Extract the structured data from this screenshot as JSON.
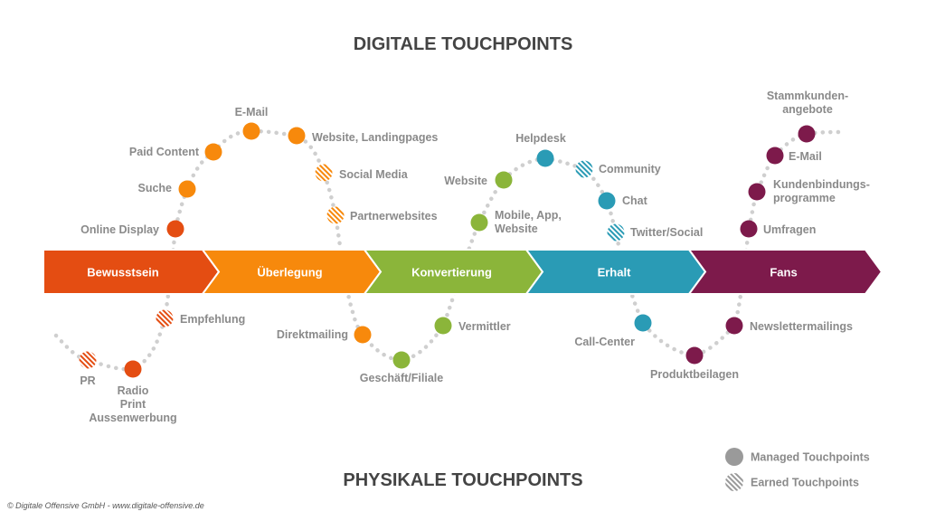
{
  "title_top": "DIGITALE TOUCHPOINTS",
  "title_bottom": "PHYSIKALE TOUCHPOINTS",
  "copyright": "© Digitale Offensive GmbH - www.digitale-offensive.de",
  "stages": [
    {
      "label": "Bewusstsein",
      "color": "#e44d12"
    },
    {
      "label": "Überlegung",
      "color": "#f7890c"
    },
    {
      "label": "Konvertierung",
      "color": "#8bb53a"
    },
    {
      "label": "Erhalt",
      "color": "#2a9bb5"
    },
    {
      "label": "Fans",
      "color": "#7d1a4b"
    }
  ],
  "touchpoints": [
    {
      "lines": [
        "PR"
      ],
      "color": "#e44d12",
      "type": "earned"
    },
    {
      "lines": [
        "Radio",
        "Print",
        "Aussenwerbung"
      ],
      "color": "#e44d12",
      "type": "managed"
    },
    {
      "lines": [
        "Empfehlung"
      ],
      "color": "#e44d12",
      "type": "earned"
    },
    {
      "lines": [
        "Online Display"
      ],
      "color": "#e44d12",
      "type": "managed"
    },
    {
      "lines": [
        "Suche"
      ],
      "color": "#f7890c",
      "type": "managed"
    },
    {
      "lines": [
        "Paid Content"
      ],
      "color": "#f7890c",
      "type": "managed"
    },
    {
      "lines": [
        "E-Mail"
      ],
      "color": "#f7890c",
      "type": "managed"
    },
    {
      "lines": [
        "Website, Landingpages"
      ],
      "color": "#f7890c",
      "type": "managed"
    },
    {
      "lines": [
        "Social Media"
      ],
      "color": "#f7890c",
      "type": "earned"
    },
    {
      "lines": [
        "Partnerwebsites"
      ],
      "color": "#f7890c",
      "type": "earned"
    },
    {
      "lines": [
        "Direktmailing"
      ],
      "color": "#f7890c",
      "type": "managed"
    },
    {
      "lines": [
        "Geschäft/Filiale"
      ],
      "color": "#8bb53a",
      "type": "managed"
    },
    {
      "lines": [
        "Vermittler"
      ],
      "color": "#8bb53a",
      "type": "managed"
    },
    {
      "lines": [
        "Mobile, App,",
        "Website"
      ],
      "color": "#8bb53a",
      "type": "managed"
    },
    {
      "lines": [
        "Website"
      ],
      "color": "#8bb53a",
      "type": "managed"
    },
    {
      "lines": [
        "Helpdesk"
      ],
      "color": "#2a9bb5",
      "type": "managed"
    },
    {
      "lines": [
        "Community"
      ],
      "color": "#2a9bb5",
      "type": "earned"
    },
    {
      "lines": [
        "Chat"
      ],
      "color": "#2a9bb5",
      "type": "managed"
    },
    {
      "lines": [
        "Twitter/Social"
      ],
      "color": "#2a9bb5",
      "type": "earned"
    },
    {
      "lines": [
        "Call-Center"
      ],
      "color": "#2a9bb5",
      "type": "managed"
    },
    {
      "lines": [
        "Produktbeilagen"
      ],
      "color": "#7d1a4b",
      "type": "managed"
    },
    {
      "lines": [
        "Newslettermailings"
      ],
      "color": "#7d1a4b",
      "type": "managed"
    },
    {
      "lines": [
        "Umfragen"
      ],
      "color": "#7d1a4b",
      "type": "managed"
    },
    {
      "lines": [
        "Kundenbindungs-",
        "programme"
      ],
      "color": "#7d1a4b",
      "type": "managed"
    },
    {
      "lines": [
        "E-Mail"
      ],
      "color": "#7d1a4b",
      "type": "managed"
    },
    {
      "lines": [
        "Stammkunden-",
        "angebote"
      ],
      "color": "#7d1a4b",
      "type": "managed"
    }
  ],
  "legend": [
    {
      "label": "Managed Touchpoints",
      "type": "managed",
      "color": "#9a9a9a"
    },
    {
      "label": "Earned Touchpoints",
      "type": "earned",
      "color": "#9a9a9a"
    }
  ],
  "path_color": "#cfcfcf",
  "label_color": "#8a8a8a"
}
